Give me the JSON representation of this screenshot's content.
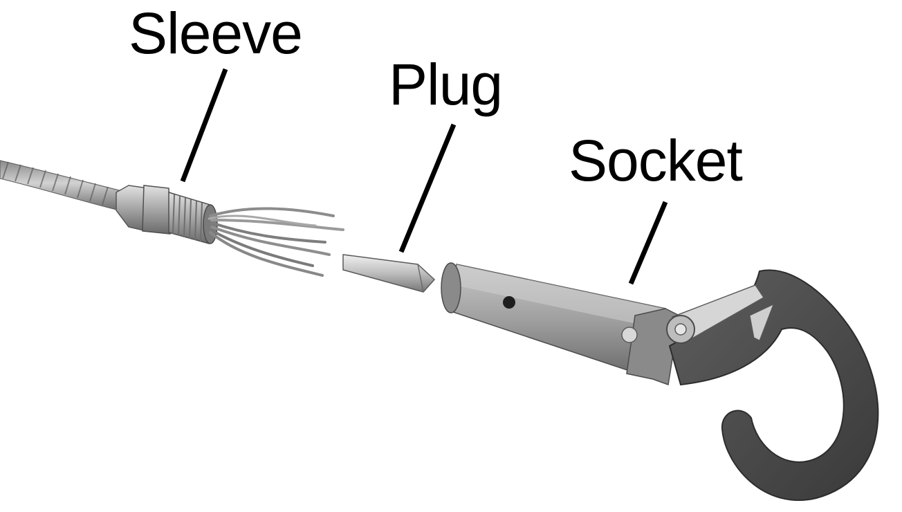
{
  "labels": {
    "sleeve": "Sleeve",
    "plug": "Plug",
    "socket": "Socket"
  },
  "colors": {
    "background": "#ffffff",
    "text": "#000000",
    "leader": "#000000",
    "hook": "#454545",
    "metal_light": "#c9c9c9",
    "metal_mid": "#9a9a9a",
    "metal_dark": "#6a6a6a"
  }
}
